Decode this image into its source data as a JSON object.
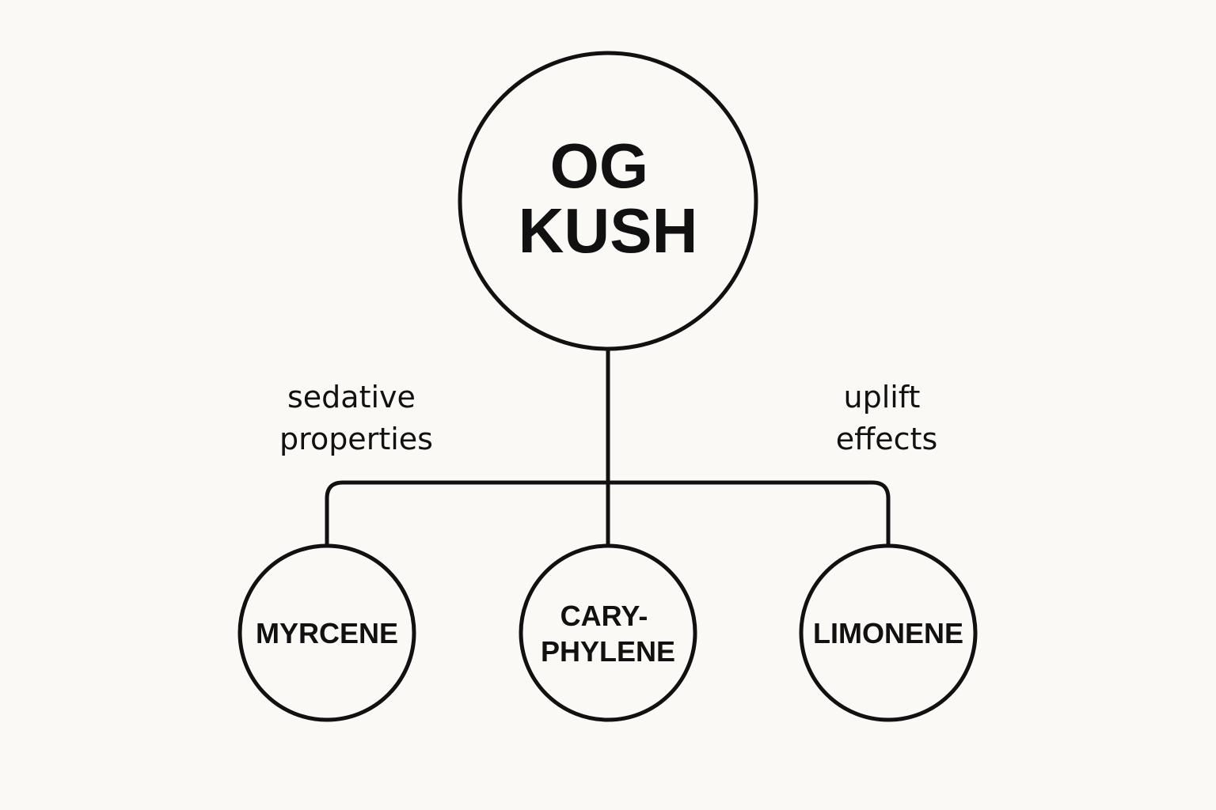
{
  "diagram": {
    "root": {
      "line1": "OG",
      "line2": "KUSH"
    },
    "children": [
      {
        "line1": "MYRCENE"
      },
      {
        "line1": "CARY-",
        "line2": "PHYLENE"
      },
      {
        "line1": "LIMONENE"
      }
    ],
    "notes": {
      "left": {
        "line1": "sedative",
        "line2": "properties"
      },
      "right": {
        "line1": "uplift",
        "line2": "effects"
      }
    }
  }
}
